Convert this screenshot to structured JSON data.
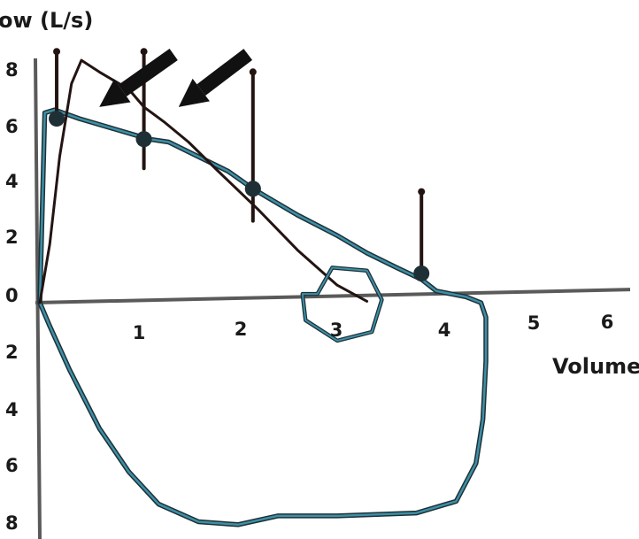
{
  "chart_data": {
    "type": "line",
    "title": "",
    "ylabel": "ow (L/s)",
    "xlabel": "Volume",
    "xlim": [
      0,
      6.2
    ],
    "ylim": [
      -8,
      8.5
    ],
    "x_ticks": [
      "1",
      "2",
      "3",
      "4",
      "5",
      "6"
    ],
    "y_ticks_pos": [
      "8",
      "6",
      "4",
      "2",
      "0"
    ],
    "y_ticks_neg": [
      "2",
      "4",
      "6",
      "8"
    ],
    "grid": false,
    "legend": "none",
    "colors": {
      "loop_teal": "#3d8fa6",
      "loop_dark": "#1e3036",
      "curve_black": "#231412",
      "axis": "#5a5a5a",
      "arrow": "#111111"
    },
    "series": [
      {
        "points": [
          [
            0,
            0
          ],
          [
            0.05,
            6.5
          ],
          [
            0.15,
            6.6
          ],
          [
            0.4,
            6.3
          ],
          [
            0.7,
            6.0
          ],
          [
            1.0,
            5.7
          ],
          [
            1.1,
            5.6
          ],
          [
            1.3,
            5.5
          ],
          [
            1.6,
            5.0
          ],
          [
            1.9,
            4.5
          ],
          [
            2.15,
            3.9
          ],
          [
            2.3,
            3.6
          ],
          [
            2.6,
            3.0
          ],
          [
            3.0,
            2.3
          ],
          [
            3.3,
            1.7
          ],
          [
            3.6,
            1.2
          ],
          [
            3.85,
            0.8
          ],
          [
            4.0,
            0.4
          ],
          [
            4.3,
            0.2
          ],
          [
            4.45,
            0
          ],
          [
            4.5,
            -0.5
          ],
          [
            4.5,
            -2
          ],
          [
            4.47,
            -4
          ],
          [
            4.4,
            -5.5
          ],
          [
            4.2,
            -6.8
          ],
          [
            3.8,
            -7.2
          ],
          [
            3,
            -7.3
          ],
          [
            2.4,
            -7.3
          ],
          [
            2,
            -7.6
          ],
          [
            1.6,
            -7.5
          ],
          [
            1.2,
            -6.9
          ],
          [
            0.9,
            -5.8
          ],
          [
            0.6,
            -4.3
          ],
          [
            0.3,
            -2.3
          ],
          [
            0.1,
            -0.8
          ],
          [
            0,
            0
          ]
        ]
      },
      {
        "points": [
          [
            0,
            0
          ],
          [
            0.1,
            2
          ],
          [
            0.2,
            5
          ],
          [
            0.32,
            7.5
          ],
          [
            0.42,
            8.3
          ],
          [
            0.6,
            7.9
          ],
          [
            0.9,
            7.3
          ],
          [
            1.05,
            6.7
          ],
          [
            1.25,
            6.2
          ],
          [
            1.5,
            5.5
          ],
          [
            1.8,
            4.5
          ],
          [
            2.2,
            3.2
          ],
          [
            2.6,
            1.8
          ],
          [
            3.0,
            0.6
          ],
          [
            3.3,
            0.05
          ]
        ]
      },
      {
        "points": [
          [
            2.8,
            0.3
          ],
          [
            2.95,
            1.2
          ],
          [
            3.3,
            1.1
          ],
          [
            3.45,
            0.1
          ],
          [
            3.35,
            -1.0
          ],
          [
            3.0,
            -1.3
          ],
          [
            2.68,
            -0.6
          ],
          [
            2.65,
            0.3
          ],
          [
            2.8,
            0.3
          ]
        ]
      }
    ],
    "annotations": [
      {
        "type": "spike",
        "x": 0.17,
        "y_from": 6.3,
        "y_to": 8.6
      },
      {
        "type": "spike",
        "x": 1.05,
        "y_from": 5.6,
        "y_to": 8.6
      },
      {
        "type": "spike",
        "x": 1.05,
        "y_from": 5.6,
        "y_to": 4.6
      },
      {
        "type": "spike",
        "x": 2.15,
        "y_from": 3.9,
        "y_to": 7.9
      },
      {
        "type": "spike",
        "x": 2.15,
        "y_from": 3.9,
        "y_to": 2.8
      },
      {
        "type": "spike",
        "x": 3.85,
        "y_from": 1.0,
        "y_to": 3.8
      },
      {
        "type": "arrow",
        "x_from": 1.35,
        "y_from": 8.5,
        "x_to": 0.6,
        "y_to": 6.7
      },
      {
        "type": "arrow",
        "x_from": 2.1,
        "y_from": 8.5,
        "x_to": 1.4,
        "y_to": 6.7
      }
    ]
  }
}
